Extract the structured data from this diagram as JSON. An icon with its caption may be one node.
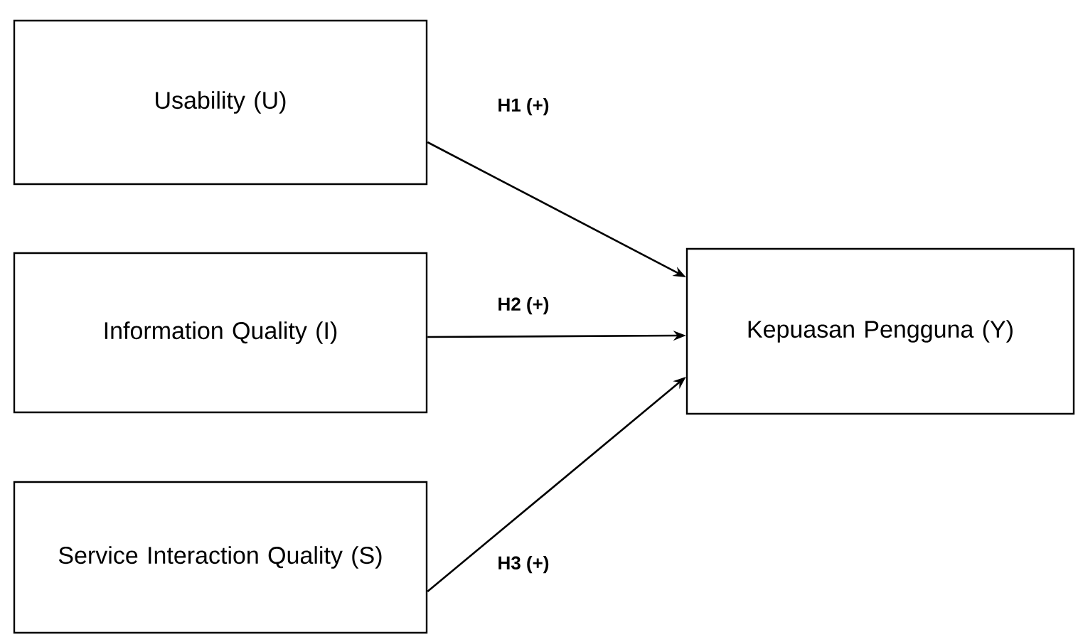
{
  "diagram": {
    "nodes": [
      {
        "text": [
          "Usability (U)"
        ]
      },
      {
        "text": [
          "Information Quality (I)"
        ]
      },
      {
        "text": [
          "Service Interaction Quality (S)"
        ]
      },
      {
        "text": [
          "Kepuasan Pengguna (Y)"
        ]
      }
    ],
    "edges": [
      {
        "from": 0,
        "to": 3,
        "arrow": "to",
        "label": "H1 (+)"
      },
      {
        "from": 1,
        "to": 3,
        "arrow": "to",
        "label": "H2 (+)"
      },
      {
        "from": 2,
        "to": 3,
        "arrow": "to",
        "label": "H3 (+)"
      }
    ]
  }
}
